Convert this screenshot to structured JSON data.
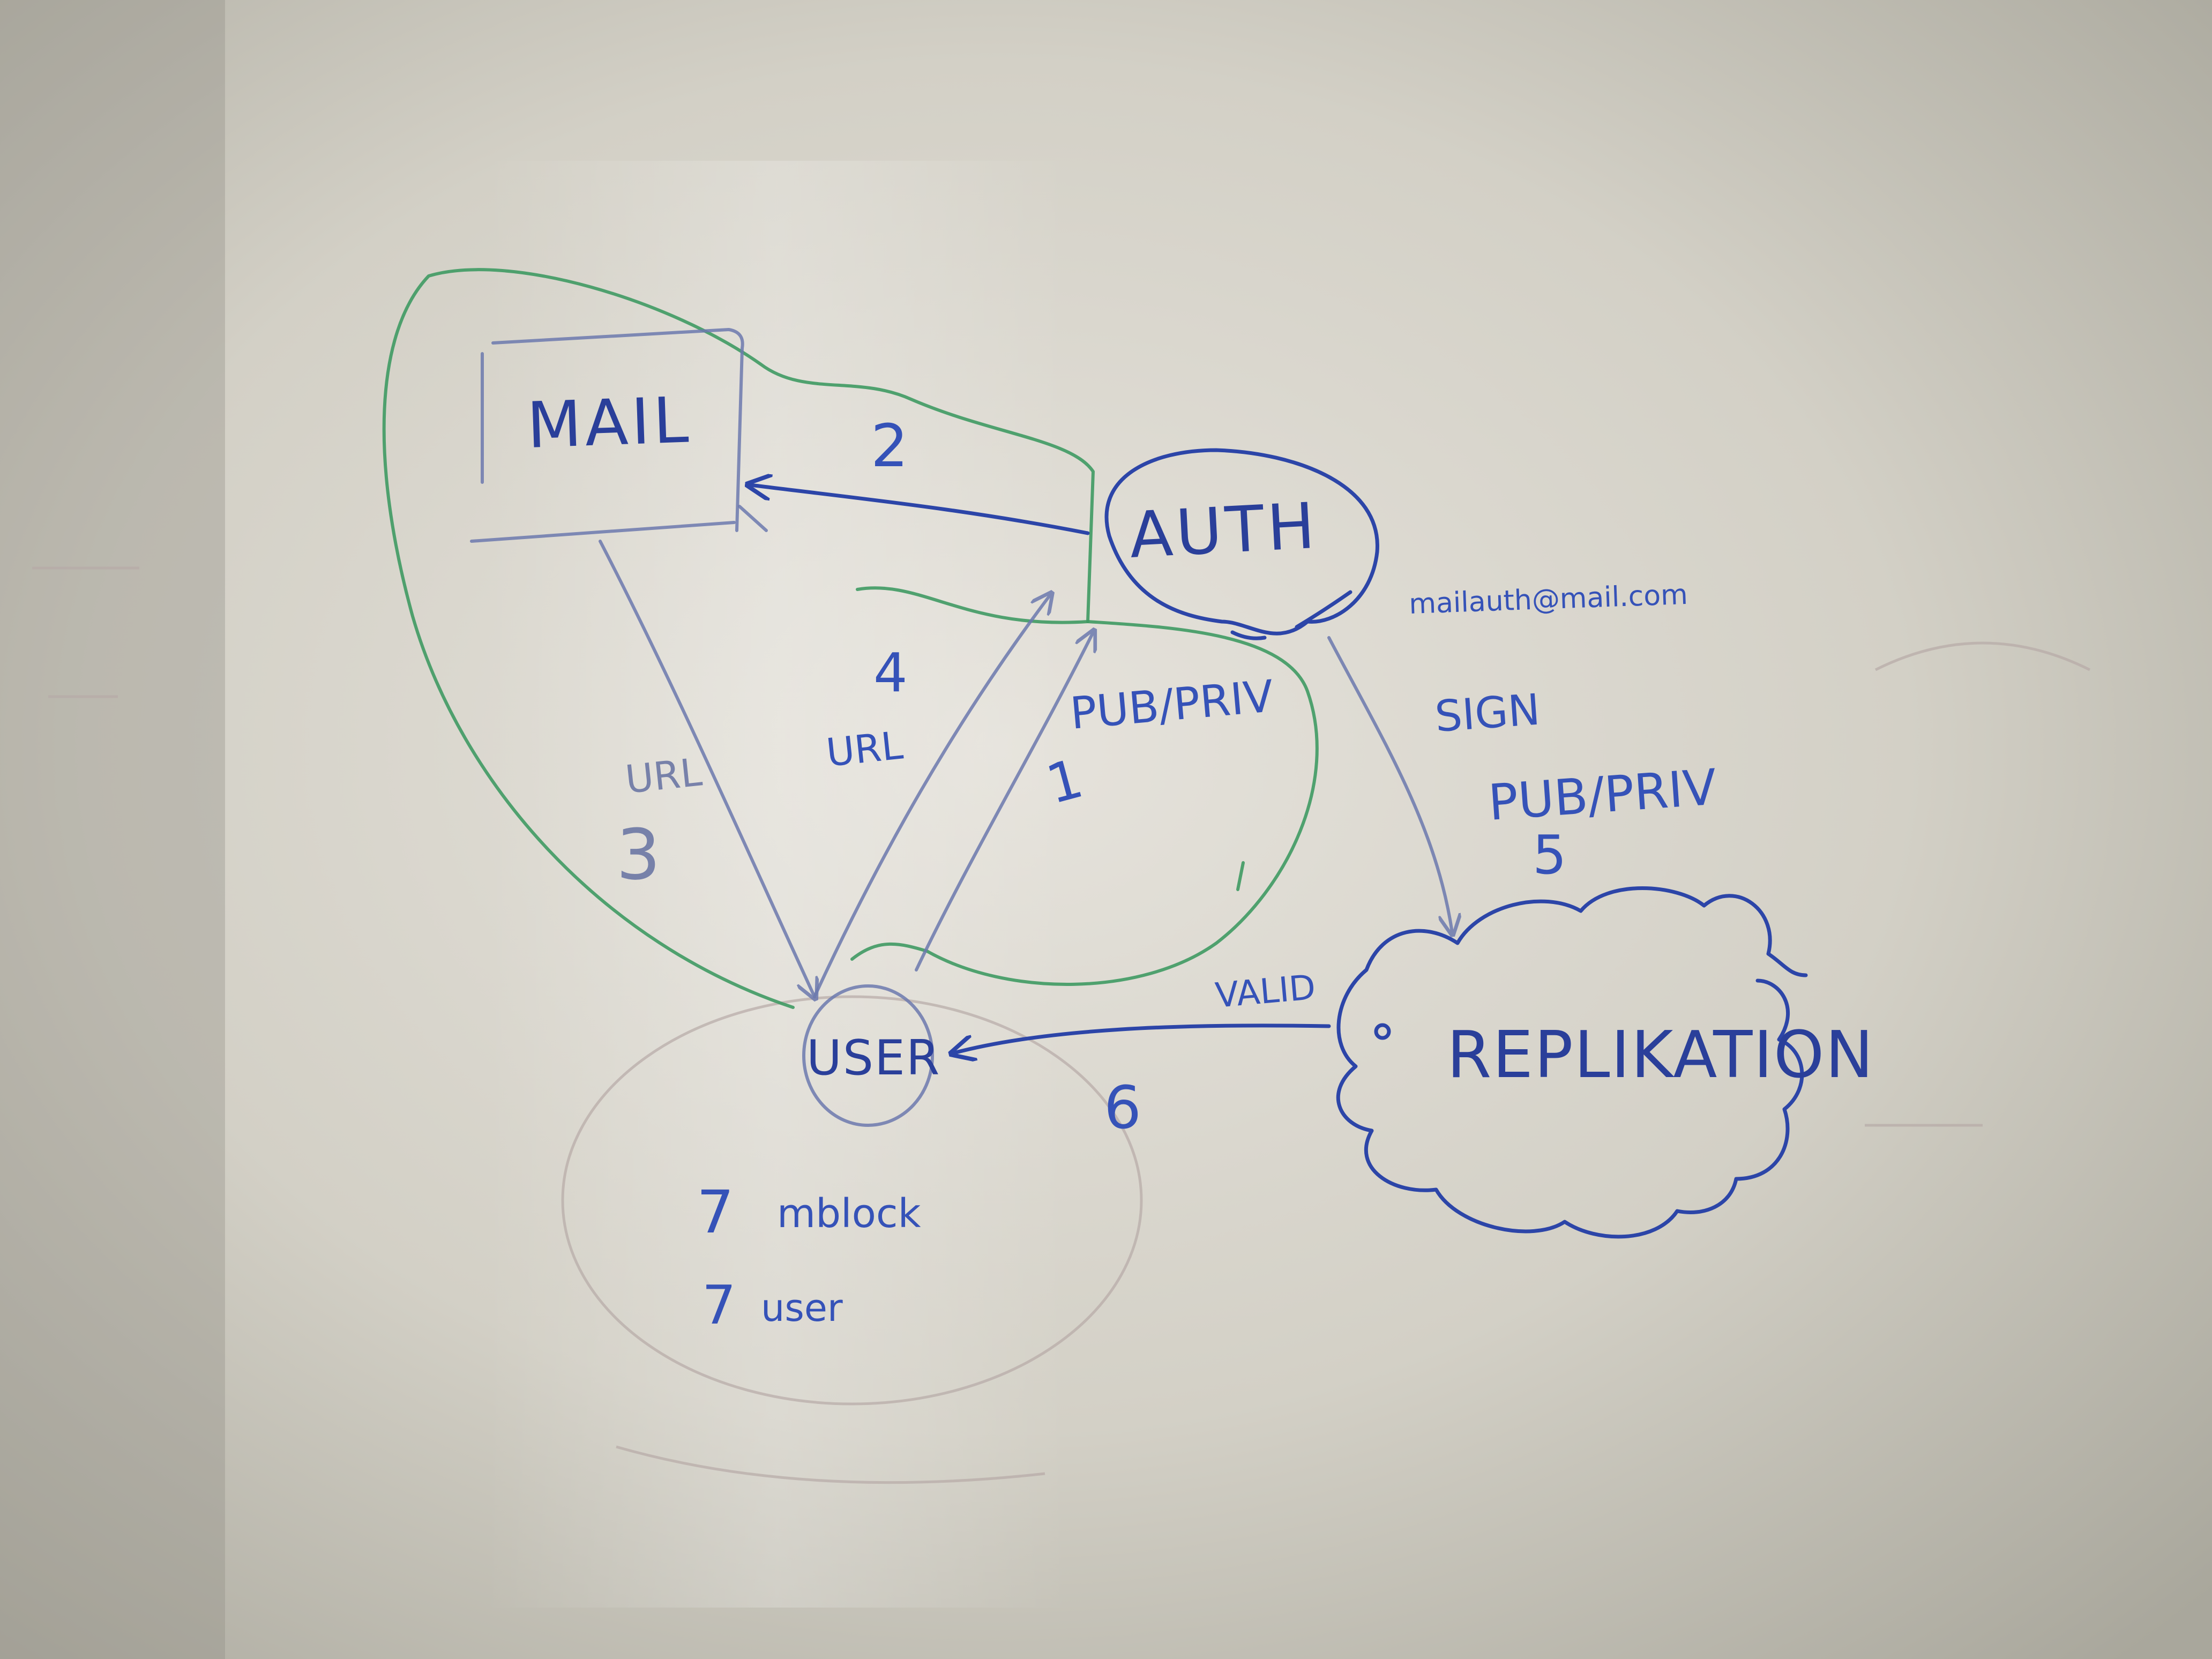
{
  "nodes": {
    "mail": "MAIL",
    "auth": "AUTH",
    "user": "USER",
    "replication": "REPLIKATION"
  },
  "labels": {
    "auth_email": "mailauth@mail.com",
    "url_3": "URL",
    "url_4": "URL",
    "pub_priv_1": "PUB/PRIV",
    "sign": "SIGN",
    "pub_priv_5": "PUB/PRIV",
    "valid": "VALID"
  },
  "steps": {
    "step_1": "1",
    "step_2": "2",
    "step_3": "3",
    "step_4": "4",
    "step_5": "5",
    "step_6": "6"
  },
  "notes": {
    "line_1_number": "7",
    "line_1_text": "mblock",
    "line_2_number": "7",
    "line_2_text": "user"
  },
  "colors": {
    "board": "#c9c6bb",
    "marker_blue": "#2a3f9a",
    "marker_green": "#3f9a63",
    "faint_red": "#b6a9a6"
  }
}
